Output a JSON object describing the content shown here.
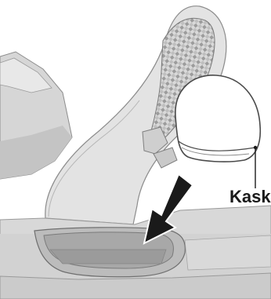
{
  "callout": {
    "label": "Kask"
  },
  "colors": {
    "background": "#ffffff",
    "seat_light": "#e6e6e6",
    "seat_mid": "#d2d2d2",
    "seat_shadow": "#bdbdbd",
    "outline": "#8c8c8c",
    "helmet_fill": "#ffffff",
    "ink": "#1a1a1a"
  },
  "icons": [
    "helmet",
    "insert-arrow"
  ]
}
